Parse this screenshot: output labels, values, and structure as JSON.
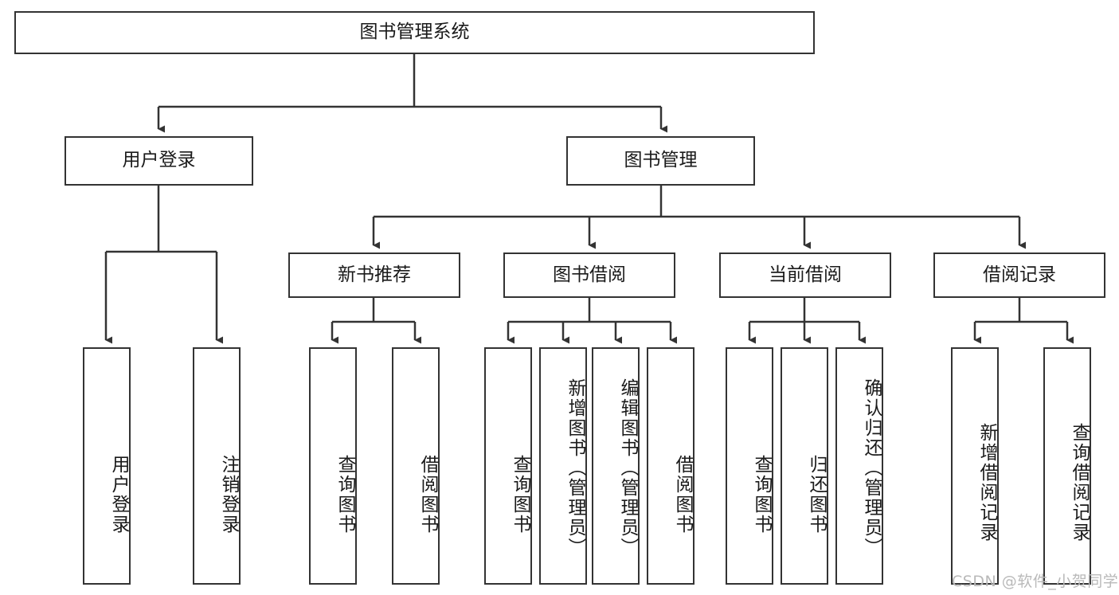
{
  "diagram": {
    "title": "图书管理系统",
    "type": "tree-hierarchy-chart",
    "colors": {
      "stroke": "#333333",
      "fill": "#ffffff",
      "text": "#1a1a1a",
      "watermark": "#b9b9b9"
    },
    "levels": {
      "root": {
        "label": "图书管理系统"
      },
      "level2": [
        {
          "label": "用户登录"
        },
        {
          "label": "图书管理"
        }
      ],
      "level3": [
        {
          "label": "新书推荐"
        },
        {
          "label": "图书借阅"
        },
        {
          "label": "当前借阅"
        },
        {
          "label": "借阅记录"
        }
      ],
      "leaves": {
        "user_login": [
          {
            "label": "用户登录"
          },
          {
            "label": "注销登录"
          }
        ],
        "new_book_recommend": [
          {
            "label": "查询图书"
          },
          {
            "label": "借阅图书"
          }
        ],
        "book_borrow": [
          {
            "label": "查询图书"
          },
          {
            "label": "新增图书（管理员）"
          },
          {
            "label": "编辑图书（管理员）"
          },
          {
            "label": "借阅图书"
          }
        ],
        "current_borrow": [
          {
            "label": "查询图书"
          },
          {
            "label": "归还图书"
          },
          {
            "label": "确认归还（管理员）"
          }
        ],
        "borrow_record": [
          {
            "label": "新增借阅记录"
          },
          {
            "label": "查询借阅记录"
          }
        ]
      }
    }
  },
  "watermark": {
    "text": "CSDN @软件_小贺同学"
  }
}
